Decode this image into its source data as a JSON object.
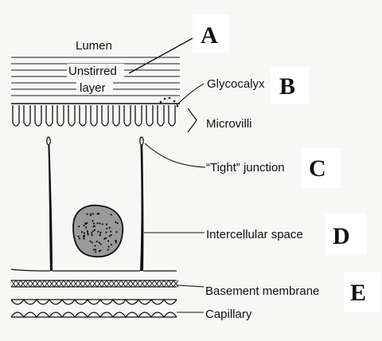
{
  "labels": {
    "lumen": "Lumen",
    "unstirred_line1": "Unstirred",
    "unstirred_line2": "layer",
    "glycocalyx": "Glycocalyx",
    "microvilli": "Microvilli",
    "tight_junction": "“Tight” junction",
    "intercellular_space": "Intercellular space",
    "basement_membrane": "Basement membrane",
    "capillary": "Capillary"
  },
  "letters": {
    "a": "A",
    "b": "B",
    "c": "C",
    "d": "D",
    "e": "E"
  }
}
